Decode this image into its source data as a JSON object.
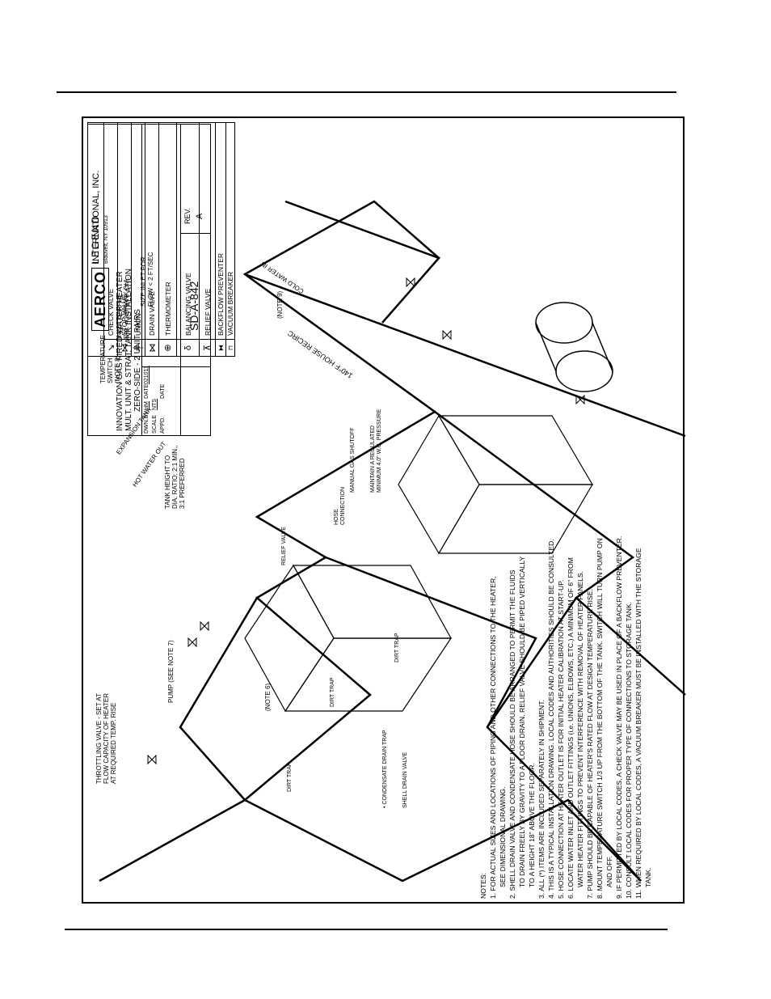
{
  "legend": {
    "title": "LEGEND",
    "items": [
      {
        "icon": "check-valve-icon",
        "label": "CHECK VALVE"
      },
      {
        "icon": "stop-valve-icon",
        "label": "STOP VALVE"
      },
      {
        "icon": "union-icon",
        "label": "UNION"
      },
      {
        "icon": "drain-valve-icon",
        "label": "DRAIN VALVE"
      },
      {
        "icon": "thermometer-icon",
        "label": "THERMOMETER"
      },
      {
        "icon": "balancing-valve-icon",
        "label": "BALANCING VALVE"
      },
      {
        "icon": "relief-valve-icon",
        "label": "RELIEF VALVE"
      },
      {
        "icon": "backflow-preventer-icon",
        "label": "BACKFLOW PREVENTER"
      },
      {
        "icon": "vacuum-breaker-icon",
        "label": "VACUUM BREAKER"
      }
    ]
  },
  "title_block": {
    "logo": "AERCO",
    "company": "INTERNATIONAL, INC.",
    "address": "Blauvelt, NY 10913",
    "title_lines": [
      "INNOVATION GAS FIRED WATER HEATER",
      "MULT. UNIT & STRAT. TANK INSTALLATION",
      "ZERO-SIDE - 2 UNIT PAIRS"
    ],
    "drawing_number": "SD-A-842",
    "rev_label": "REV.",
    "rev_value": "A",
    "dwn_by_label": "DWN.BY",
    "dwn_by_value": "HM",
    "date_label": "DATE",
    "date_value": "021011",
    "scale_label": "SCALE",
    "scale_value": "NTS",
    "appd_label": "APPD.",
    "appd_date_label": "DATE"
  },
  "labels": {
    "temperature_switch": [
      "TEMPERATURE",
      "SWITCH",
      "(NOTE 8)"
    ],
    "inlet_baffle": [
      "INLET BAFFLE",
      "DIA. = 2/3 TANK DIA."
    ],
    "size_inlet": [
      "SIZE INLET FOR",
      "FLOW < 2 FT/SEC"
    ],
    "expansion_tank": "EXPANSION TANK",
    "hot_water_out": "HOT WATER OUT",
    "cold_water_in": "COLD WATER IN",
    "note9": "(NOTE 9)",
    "house_recirc": "140°F HOUSE RECIRC",
    "tank_height": [
      "TANK HEIGHT TO",
      "DIA. RATIO: 2:1 MIN.,",
      "3:1 PREFERRED"
    ],
    "manual_gas_shutoff": "MANUAL GAS SHUTOFF",
    "maintain_pressure": [
      "MAINTAIN A REGULATED",
      "MINIMUM 4.0\" W.C. PRESSURE"
    ],
    "hose_connection": [
      "HOSE",
      "CONNECTION"
    ],
    "relief_valve": "RELIEF VALVE",
    "pump": "PUMP (SEE NOTE 7)",
    "note6": "(NOTE 6)",
    "dirt_trap": "DIRT TRAP",
    "throttling_valve": [
      "THROTTLING VALVE - SET AT",
      "FLOW CAPACITY OF HEATER",
      "AT REQUIRED TEMP. RISE"
    ],
    "condensate_drain_trap": "• CONDENSATE DRAIN TRAP",
    "shell_drain_valve": "SHELL DRAIN VALVE"
  },
  "notes": {
    "heading": "NOTES:",
    "lines": [
      "1. FOR ACTUAL SIZES AND LOCATIONS OF PIPING AND OTHER CONNECTIONS TO THE HEATER,",
      "SEE DIMENSIONAL DRAWING.",
      "2. SHELL DRAIN VALVE AND CONDENSATE HOSE SHOULD BE ARRANGED TO PERMIT THE FLUIDS",
      "TO DRAIN FREELY BY GRAVITY TO A FLOOR DRAIN. RELIEF VALVE SHOULD BE PIPED VERTICALLY",
      "TO A HEIGHT 18\" ABOVE THE FLOOR.",
      "3. ALL (*) ITEMS ARE INCLUDED SEPARATELY IN SHIPMENT.",
      "4. THIS IS A TYPICAL INSTALLATION DRAWING. LOCAL CODES AND AUTHORITIES SHOULD BE CONSULTED.",
      "5. HOSE CONNECTION AT HEATER OUTLET IS FOR INITIAL HEATER CALIBRATION AT START-UP.",
      "6. LOCATE WATER INLET AND OUTLET FITTINGS (i.e. UNIONS, ELBOWS, ETC.) A MINIMUM OF 6\" FROM",
      "WATER HEATER FITTINGS TO PREVENT INTERFERENCE WITH REMOVAL OF HEATER PANELS.",
      "7. PUMP SHOULD BE CAPABLE OF HEATER'S RATED FLOW AT DESIGN TEMPERATURE RISE.",
      "8. MOUNT TEMPERATURE SWITCH 1/3 UP FROM THE BOTTOM OF THE TANK. SWITCH WILL TURN PUMP ON",
      "AND OFF.",
      "9. IF PERMITTED BY LOCAL CODES, A CHECK VALVE MAY BE USED IN PLACE OF A BACKFLOW PREVENTER.",
      "10. CONSULT LOCAL CODES FOR PROPER TYPE OF CONNECTIONS TO STORAGE TANK.",
      "11. WHEN REQUIRED BY LOCAL CODES, A VACUUM BREAKER MUST BE INSTALLED WITH THE STORAGE",
      "TANK."
    ]
  }
}
